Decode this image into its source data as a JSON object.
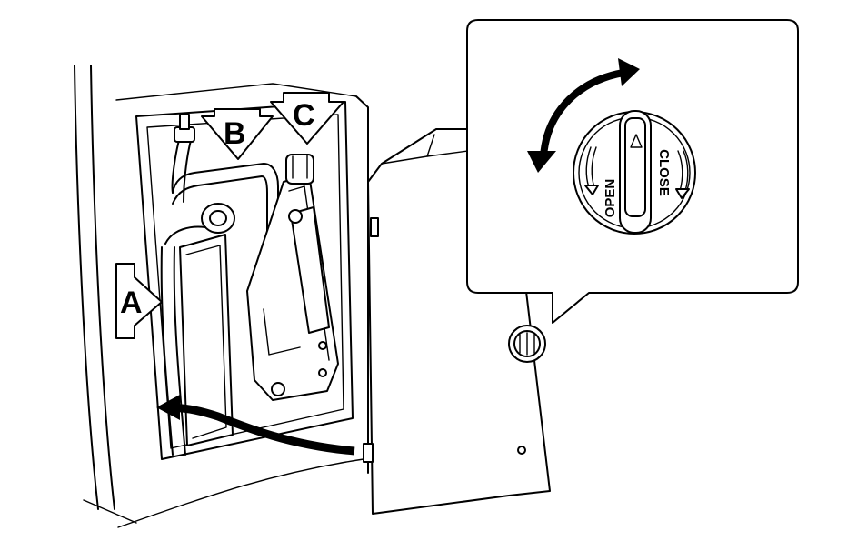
{
  "callouts": {
    "a": "A",
    "b": "B",
    "c": "C"
  },
  "detail": {
    "open_label": "OPEN",
    "close_label": "CLOSE"
  },
  "icons": {
    "rotate": "double-arrow-rotate-icon",
    "insert": "curved-arrow-icon"
  },
  "colors": {
    "line": "#000000",
    "background": "#ffffff"
  }
}
